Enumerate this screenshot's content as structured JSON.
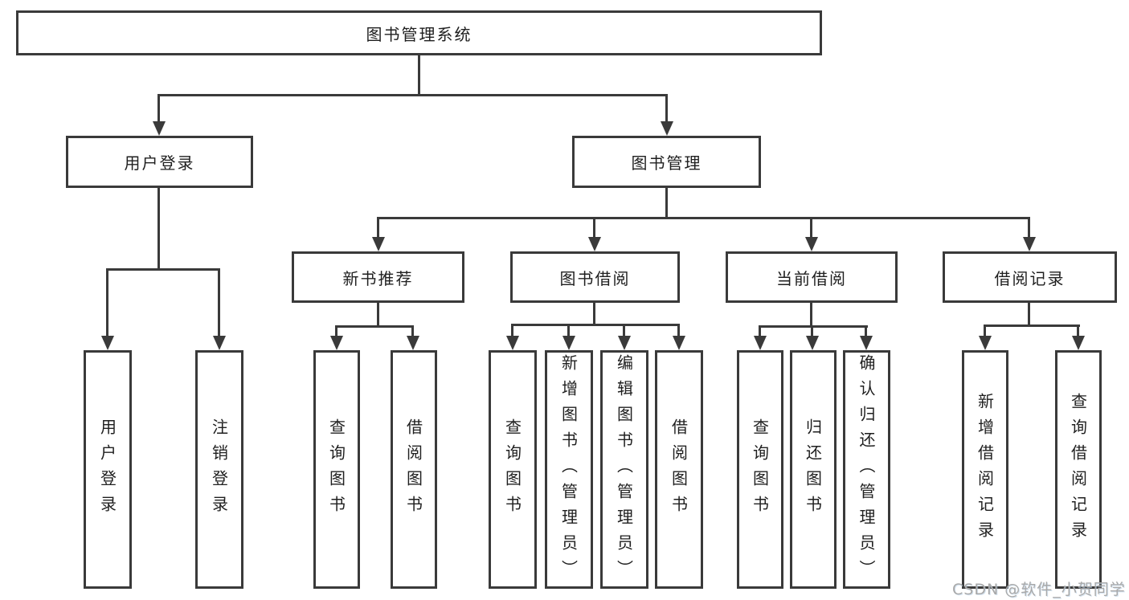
{
  "colors": {
    "line": "#3a3a3a",
    "box_border": "#3a3a3a",
    "text": "#1f1f1f",
    "watermark": "#a9a9a9",
    "background": "#ffffff"
  },
  "watermark": "CSDN @软件_小贺同学",
  "tree": {
    "root": {
      "label": "图书管理系统"
    },
    "branches": [
      {
        "label": "用户登录",
        "leaves": [
          {
            "label": "用户登录"
          },
          {
            "label": "注销登录"
          }
        ]
      },
      {
        "label": "图书管理",
        "groups": [
          {
            "label": "新书推荐",
            "leaves": [
              {
                "label": "查询图书"
              },
              {
                "label": "借阅图书"
              }
            ]
          },
          {
            "label": "图书借阅",
            "leaves": [
              {
                "label": "查询图书"
              },
              {
                "label": "新增图书（管理员）"
              },
              {
                "label": "编辑图书（管理员）"
              },
              {
                "label": "借阅图书"
              }
            ]
          },
          {
            "label": "当前借阅",
            "leaves": [
              {
                "label": "查询图书"
              },
              {
                "label": "归还图书"
              },
              {
                "label": "确认归还（管理员）"
              }
            ]
          },
          {
            "label": "借阅记录",
            "leaves": [
              {
                "label": "新增借阅记录"
              },
              {
                "label": "查询借阅记录"
              }
            ]
          }
        ]
      }
    ]
  }
}
